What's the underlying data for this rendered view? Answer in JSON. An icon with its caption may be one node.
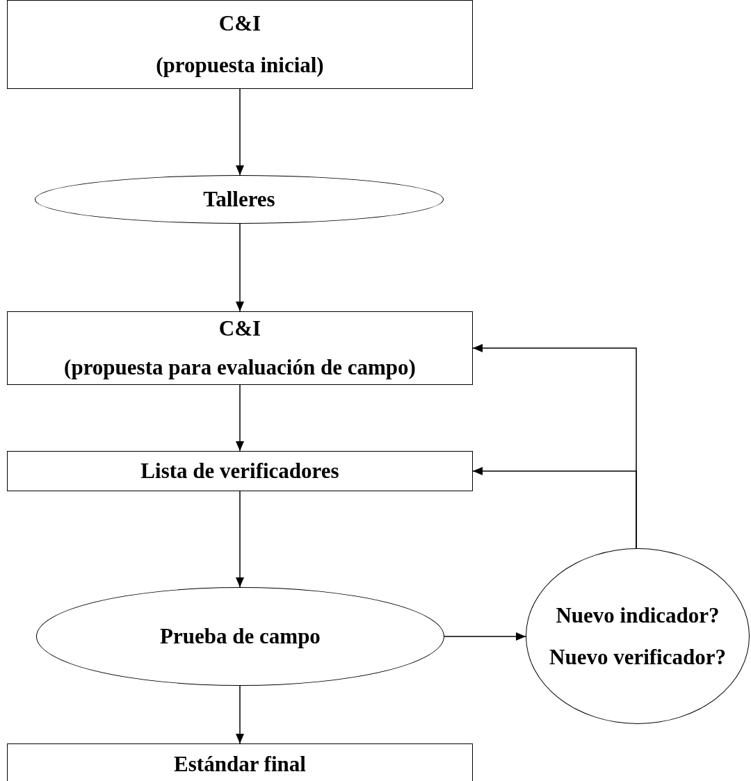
{
  "diagram": {
    "nodes": [
      {
        "text": [
          "C&I",
          "(propuesta inicial)"
        ]
      },
      {
        "text": [
          "Talleres"
        ]
      },
      {
        "text": [
          "C&I",
          "(propuesta para evaluación de campo)"
        ]
      },
      {
        "text": [
          "Lista de verificadores"
        ]
      },
      {
        "text": [
          "Prueba de campo"
        ]
      },
      {
        "text": [
          "Nuevo indicador?",
          "Nuevo verificador?"
        ]
      },
      {
        "text": [
          "Estándar final"
        ]
      }
    ],
    "edges": [
      {
        "from": 0,
        "to": 1,
        "arrow": "to"
      },
      {
        "from": 1,
        "to": 2,
        "arrow": "to"
      },
      {
        "from": 2,
        "to": 3,
        "arrow": "to"
      },
      {
        "from": 3,
        "to": 4,
        "arrow": "to"
      },
      {
        "from": 4,
        "to": 5,
        "arrow": "to"
      },
      {
        "from": 5,
        "to": 2,
        "arrow": "to"
      },
      {
        "from": 5,
        "to": 3,
        "arrow": "to"
      },
      {
        "from": 4,
        "to": 6,
        "arrow": "to"
      }
    ]
  }
}
